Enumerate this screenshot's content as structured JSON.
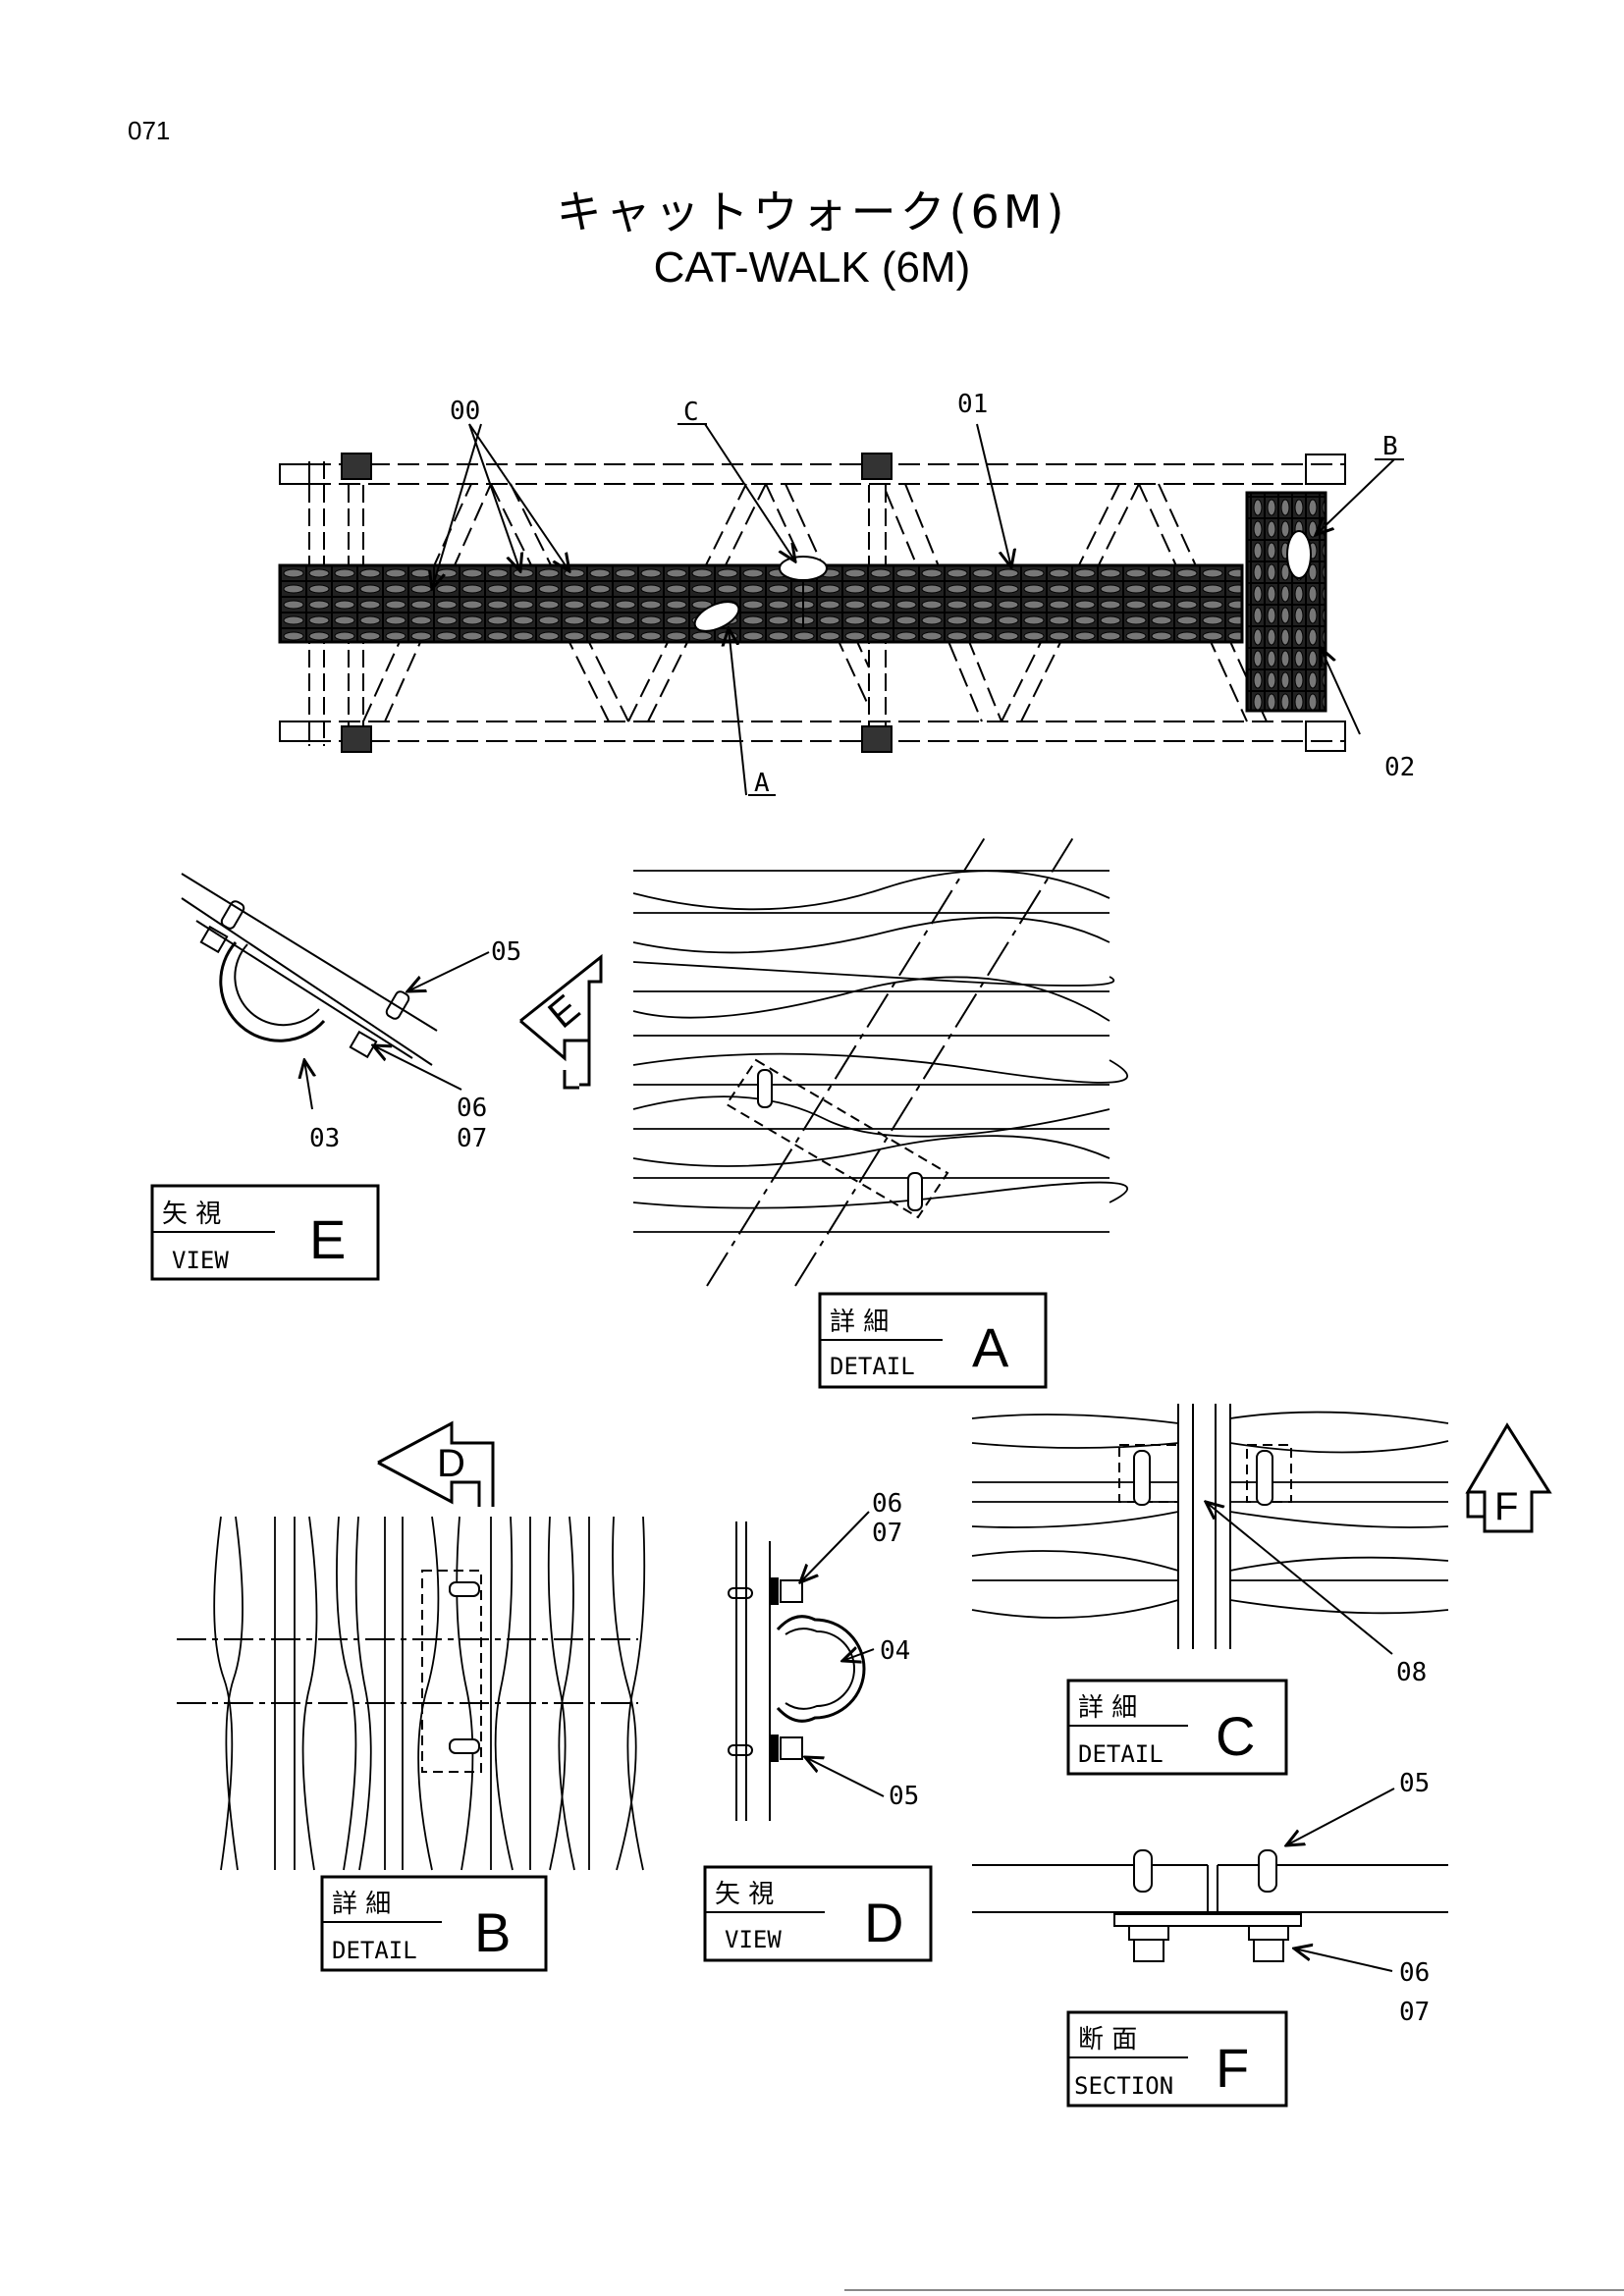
{
  "page_number": "071",
  "title": {
    "jp": "キャットウォーク(6M)",
    "en": "CAT-WALK (6M)"
  },
  "main_view": {
    "labels": {
      "p00": "00",
      "p01": "01",
      "p02": "02",
      "ref_a": "A",
      "ref_b": "B",
      "ref_c": "C"
    }
  },
  "view_e": {
    "label_jp": "矢 視",
    "label_en": "VIEW",
    "letter": "E",
    "parts": {
      "p03": "03",
      "p05": "05",
      "p06": "06",
      "p07": "07"
    },
    "arrow_letter": "E"
  },
  "detail_a": {
    "label_jp": "詳 細",
    "label_en": "DETAIL",
    "letter": "A"
  },
  "detail_b": {
    "label_jp": "詳 細",
    "label_en": "DETAIL",
    "letter": "B",
    "arrow_letter": "D"
  },
  "view_d": {
    "label_jp": "矢 視",
    "label_en": "VIEW",
    "letter": "D",
    "parts": {
      "p04": "04",
      "p05": "05",
      "p06": "06",
      "p07": "07"
    }
  },
  "detail_c": {
    "label_jp": "詳 細",
    "label_en": "DETAIL",
    "letter": "C",
    "parts": {
      "p08": "08"
    },
    "arrow_letter": "F"
  },
  "section_f": {
    "label_jp": "断 面",
    "label_en": "SECTION",
    "letter": "F",
    "parts": {
      "p05": "05",
      "p06": "06",
      "p07": "07"
    }
  }
}
